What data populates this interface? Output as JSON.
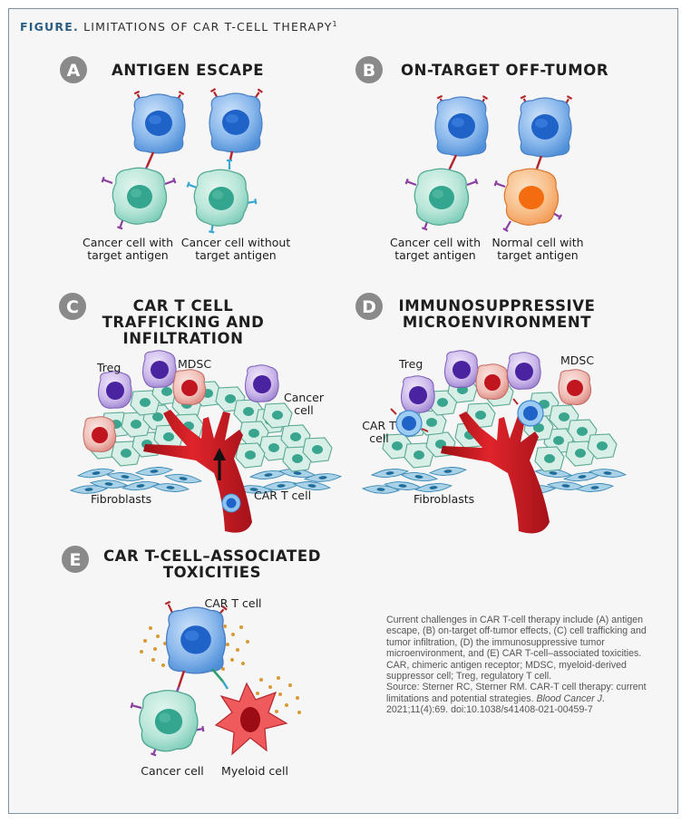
{
  "figure": {
    "lead": "FIGURE.",
    "title": "LIMITATIONS OF CAR T-CELL THERAPY",
    "superscript": "1"
  },
  "panels": {
    "a": {
      "letter": "A",
      "title": "ANTIGEN ESCAPE",
      "label_1_line1": "Cancer cell with",
      "label_1_line2": "target antigen",
      "label_2_line1": "Cancer cell without",
      "label_2_line2": "target antigen"
    },
    "b": {
      "letter": "B",
      "title": "ON-TARGET OFF-TUMOR",
      "label_1_line1": "Cancer cell with",
      "label_1_line2": "target antigen",
      "label_2_line1": "Normal cell with",
      "label_2_line2": "target antigen"
    },
    "c": {
      "letter": "C",
      "title_line1": "CAR T CELL",
      "title_line2": "TRAFFICKING AND",
      "title_line3": "INFILTRATION",
      "treg": "Treg",
      "mdsc": "MDSC",
      "cancer_line1": "Cancer",
      "cancer_line2": "cell",
      "fibroblasts": "Fibroblasts",
      "car_t": "CAR T cell"
    },
    "d": {
      "letter": "D",
      "title_line1": "IMMUNOSUPPRESSIVE",
      "title_line2": "MICROENVIRONMENT",
      "treg": "Treg",
      "mdsc": "MDSC",
      "car_t_line1": "CAR T",
      "car_t_line2": "cell",
      "fibroblasts": "Fibroblasts"
    },
    "e": {
      "letter": "E",
      "title_line1": "CAR T-CELL–ASSOCIATED",
      "title_line2": "TOXICITIES",
      "car_t": "CAR T cell",
      "cancer": "Cancer cell",
      "myeloid": "Myeloid cell"
    }
  },
  "caption": {
    "summary": "Current challenges in CAR T-cell therapy include (A) antigen escape, (B) on-target off-tumor effects, (C) cell trafficking and tumor infiltration, (D) the immunosuppressive tumor microenvironment, and (E) CAR T-cell–associated toxicities.",
    "abbreviations": "CAR, chimeric antigen receptor; MDSC, myeloid-derived suppressor cell; Treg, regulatory T cell.",
    "source_prefix": "Source: Sterner RC, Sterner RM. CAR-T cell therapy: current limitations and potential strategies. ",
    "journal": "Blood Cancer J",
    "source_suffix": ". 2021;11(4):69. doi:10.1038/s41408-021-00459-7"
  },
  "colors": {
    "car_t_cell": "#4f8fd8",
    "cancer_cell": "#7ccbb8",
    "normal_cell": "#f39a55",
    "treg": "#6b46b0",
    "mdsc": "#c23a3a",
    "blood_vessel": "#c8161d",
    "fibroblast": "#3a88b4",
    "badge": "#8a8a8a",
    "caption_text": "#555555"
  }
}
